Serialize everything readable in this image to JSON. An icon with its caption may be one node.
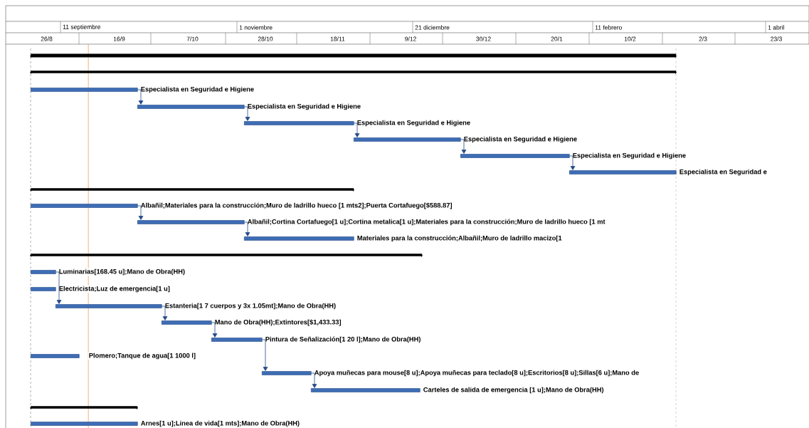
{
  "diagram": {
    "nodes": [
      {
        "text": [],
        "shape": "bar"
      },
      {
        "text": [],
        "shape": "bar"
      },
      {
        "text": [
          "Especialista en Seguridad e Higiene"
        ]
      },
      {
        "text": [
          "Especialista en Seguridad e Higiene"
        ]
      },
      {
        "text": [
          "Especialista en Seguridad e Higiene"
        ]
      },
      {
        "text": [
          "Especialista en Seguridad e Higiene"
        ]
      },
      {
        "text": [
          "Especialista en Seguridad e Higiene"
        ]
      },
      {
        "text": [
          "Especialista en Seguridad e"
        ]
      },
      {
        "text": [],
        "shape": "bar"
      },
      {
        "text": [
          "Albañil;Materiales para la construcción;Muro de  ladrillo hueco [1 mts2];Puerta Cortafuego[$588.87]"
        ]
      },
      {
        "text": [
          "Albañil;Cortina Cortafuego[1 u];Cortina metalica[1 u];Materiales para la construcción;Muro de  ladrillo hueco [1 mt"
        ]
      },
      {
        "text": [
          "Materiales para la construcción;Albañil;Muro de ladrillo macizo[1"
        ]
      },
      {
        "text": [],
        "shape": "bar"
      },
      {
        "text": [
          "Luminarias[168.45 u];Mano de Obra(HH)"
        ]
      },
      {
        "text": [
          "Electricista;Luz de emergencia[1 u]"
        ]
      },
      {
        "text": [
          "Estanteria[1 7 cuerpos y 3x 1.05mt];Mano de Obra(HH)"
        ]
      },
      {
        "text": [
          "Mano de Obra(HH);Extintores[$1,433.33]"
        ]
      },
      {
        "text": [
          "Pintura de Señalización[1 20 l];Mano de Obra(HH)"
        ]
      },
      {
        "text": [
          "Plomero;Tanque de agua[1 1000 l]"
        ]
      },
      {
        "text": [
          "Apoya muñecas para mouse[8 u];Apoya muñecas para teclado[8 u];Escritorios[8 u];Sillas[6 u];Mano de"
        ]
      },
      {
        "text": [
          "Carteles de salida de emergencia [1 u];Mano de Obra(HH)"
        ]
      },
      {
        "text": [],
        "shape": "bar"
      },
      {
        "text": [
          "Arnes[1 u];Linea de vida[1 mts];Mano de Obra(HH)"
        ]
      }
    ],
    "edges": [
      {
        "from": 2,
        "to": 3,
        "arrow": "to"
      },
      {
        "from": 3,
        "to": 4,
        "arrow": "to"
      },
      {
        "from": 4,
        "to": 5,
        "arrow": "to"
      },
      {
        "from": 5,
        "to": 6,
        "arrow": "to"
      },
      {
        "from": 6,
        "to": 7,
        "arrow": "to"
      },
      {
        "from": 9,
        "to": 10,
        "arrow": "to"
      },
      {
        "from": 10,
        "to": 11,
        "arrow": "to"
      },
      {
        "from": 13,
        "to": 15,
        "arrow": "to"
      },
      {
        "from": 15,
        "to": 16,
        "arrow": "to"
      },
      {
        "from": 16,
        "to": 17,
        "arrow": "to"
      },
      {
        "from": 17,
        "to": 19,
        "arrow": "to"
      },
      {
        "from": 19,
        "to": 20,
        "arrow": "to"
      }
    ],
    "labels": [
      "11 septiembre",
      "1 noviembre",
      "21 diciembre",
      "11 febrero",
      "1 abril",
      "26/8",
      "16/9",
      "7/10",
      "28/10",
      "18/11",
      "9/12",
      "30/12",
      "20/1",
      "10/2",
      "2/3",
      "23/3"
    ]
  }
}
